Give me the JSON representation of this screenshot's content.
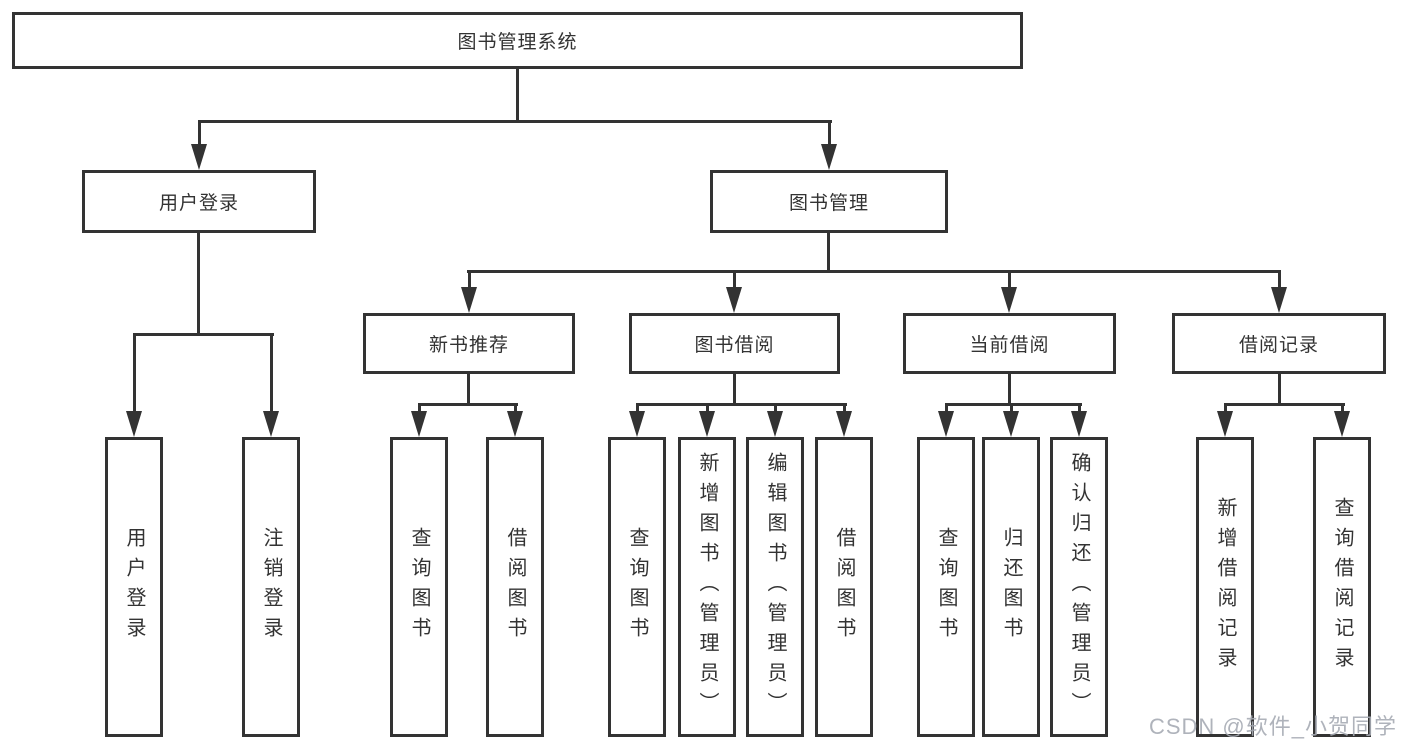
{
  "diagram": {
    "root": {
      "label": "图书管理系统"
    },
    "branches": [
      {
        "label": "用户登录",
        "children": [
          {
            "label": "用户登录"
          },
          {
            "label": "注销登录"
          }
        ]
      },
      {
        "label": "图书管理",
        "children": [
          {
            "label": "新书推荐",
            "children": [
              {
                "label": "查询图书"
              },
              {
                "label": "借阅图书"
              }
            ]
          },
          {
            "label": "图书借阅",
            "children": [
              {
                "label": "查询图书"
              },
              {
                "label": "新增图书（管理员）"
              },
              {
                "label": "编辑图书（管理员）"
              },
              {
                "label": "借阅图书"
              }
            ]
          },
          {
            "label": "当前借阅",
            "children": [
              {
                "label": "查询图书"
              },
              {
                "label": "归还图书"
              },
              {
                "label": "确认归还（管理员）"
              }
            ]
          },
          {
            "label": "借阅记录",
            "children": [
              {
                "label": "新增借阅记录"
              },
              {
                "label": "查询借阅记录"
              }
            ]
          }
        ]
      }
    ]
  },
  "watermark": {
    "text": "CSDN @软件_小贺同学"
  },
  "colors": {
    "line": "#333333",
    "box_background": "#ffffff",
    "text": "#333333",
    "watermark": "#a6abb4"
  }
}
